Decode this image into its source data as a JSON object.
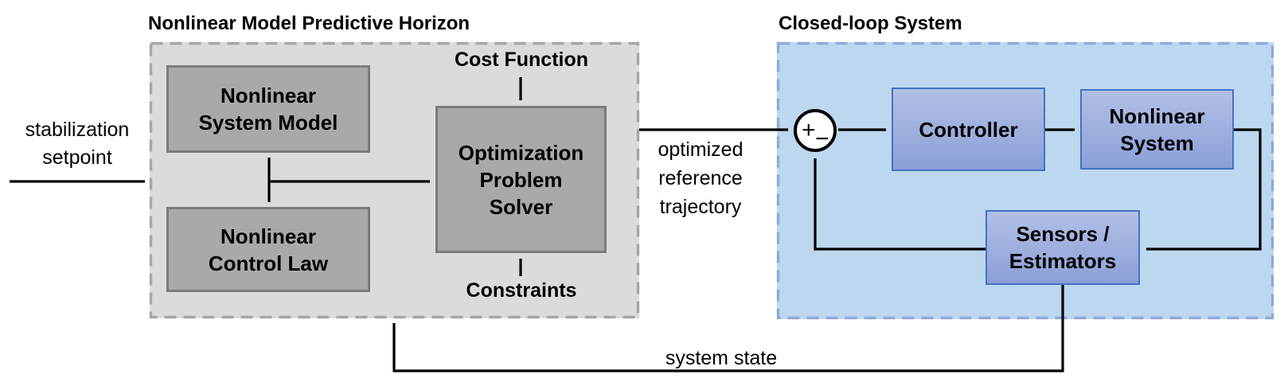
{
  "mpc": {
    "title": "Nonlinear Model Predictive Horizon",
    "system_model": "Nonlinear System Model",
    "control_law": "Nonlinear Control Law",
    "solver": "Optimization Problem Solver",
    "cost_function": "Cost Function",
    "constraints": "Constraints"
  },
  "loop": {
    "title": "Closed-loop System",
    "controller": "Controller",
    "nonlinear_system": "Nonlinear System",
    "sensors": "Sensors / Estimators",
    "sum_plus": "+",
    "sum_minus": "−"
  },
  "signals": {
    "setpoint": "stabilization setpoint",
    "reference": "optimized reference trajectory",
    "system_state": "system state"
  },
  "colors": {
    "mpc_container_fill": "#DBDBDB",
    "mpc_container_border": "#A6A6A6",
    "mpc_box_fill": "#A9A9A9",
    "mpc_box_border": "#7B7B7B",
    "loop_container_fill": "#BDD7EE",
    "loop_container_border": "#8EA9DB",
    "loop_box_fill_top": "#B2C0E7",
    "loop_box_fill_bottom": "#8C9FD6",
    "loop_box_border": "#4472C4",
    "wire_color": "#000000"
  }
}
